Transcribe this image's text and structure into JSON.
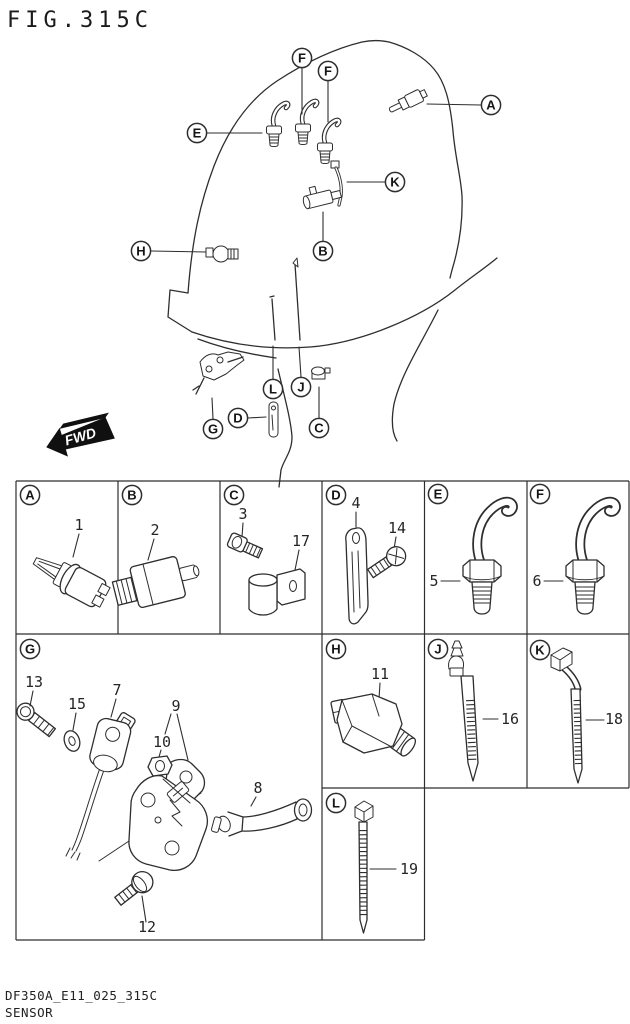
{
  "figure": {
    "title": "FIG.315C",
    "doc_code": "DF350A_E11_025_315C",
    "caption": "SENSOR"
  },
  "diagram": {
    "fwd_label": "FWD",
    "callouts": [
      {
        "label": "F"
      },
      {
        "label": "F"
      },
      {
        "label": "A"
      },
      {
        "label": "E"
      },
      {
        "label": "K"
      },
      {
        "label": "B"
      },
      {
        "label": "H"
      },
      {
        "label": "L"
      },
      {
        "label": "J"
      },
      {
        "label": "C"
      },
      {
        "label": "G"
      },
      {
        "label": "D"
      }
    ]
  },
  "grid": {
    "cells": [
      {
        "label": "A",
        "parts": [
          {
            "number": "1"
          }
        ]
      },
      {
        "label": "B",
        "parts": [
          {
            "number": "2"
          }
        ]
      },
      {
        "label": "C",
        "parts": [
          {
            "number": "3"
          },
          {
            "number": "17"
          }
        ]
      },
      {
        "label": "D",
        "parts": [
          {
            "number": "4"
          },
          {
            "number": "14"
          }
        ]
      },
      {
        "label": "E",
        "parts": [
          {
            "number": "5"
          }
        ]
      },
      {
        "label": "F",
        "parts": [
          {
            "number": "6"
          }
        ]
      },
      {
        "label": "G",
        "parts": [
          {
            "number": "13"
          },
          {
            "number": "15"
          },
          {
            "number": "7"
          },
          {
            "number": "9"
          },
          {
            "number": "10"
          },
          {
            "number": "8"
          },
          {
            "number": "12"
          }
        ]
      },
      {
        "label": "H",
        "parts": [
          {
            "number": "11"
          }
        ]
      },
      {
        "label": "J",
        "parts": [
          {
            "number": "16"
          }
        ]
      },
      {
        "label": "K",
        "parts": [
          {
            "number": "18"
          }
        ]
      },
      {
        "label": "L",
        "parts": [
          {
            "number": "19"
          }
        ]
      }
    ]
  }
}
